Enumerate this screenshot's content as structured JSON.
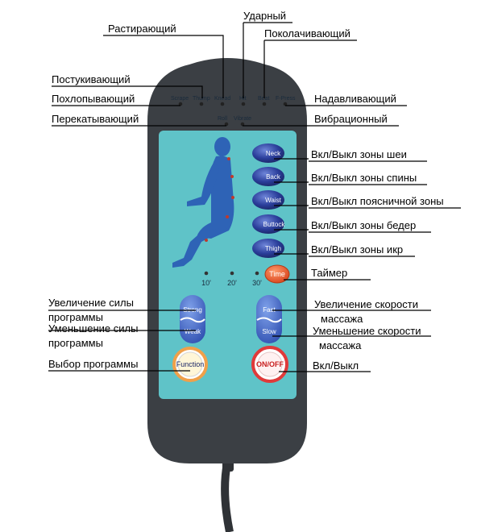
{
  "remote": {
    "mode_labels": {
      "scrape": "Scrape",
      "thump": "Thump",
      "knead": "Knead",
      "hit": "Hit",
      "beat": "Beat",
      "fpress": "F-Press",
      "roll": "Roll",
      "vibrate": "Vibrate"
    },
    "zone_buttons": {
      "neck": "Neck",
      "back": "Back",
      "waist": "Waist",
      "buttock": "Buttock",
      "thigh": "Thigh"
    },
    "timer": {
      "t10": "10'",
      "t20": "20'",
      "t30": "30'",
      "time_button": "Time"
    },
    "strength": {
      "up": "Strong",
      "down": "Weak"
    },
    "speed": {
      "up": "Fast",
      "down": "Slow"
    },
    "function_button": "Function",
    "power_button": "ON/OFF"
  },
  "annotations": {
    "rastirayushchiy": "Растирающий",
    "udarnyy": "Ударный",
    "pokolachivayushchiy": "Поколачивающий",
    "postukivayushchiy": "Постукивающий",
    "pokhlopyvayushchiy": "Похлопывающий",
    "nadavlivayushchiy": "Надавливающий",
    "perekatyvayushchiy": "Перекатывающий",
    "vibratsionnyy": "Вибрационный",
    "neck_zone": "Вкл/Выкл зоны шеи",
    "back_zone": "Вкл/Выкл зоны спины",
    "waist_zone": "Вкл/Выкл поясничной зоны",
    "buttock_zone": "Вкл/Выкл зоны бедер",
    "thigh_zone": "Вкл/Выкл зоны икр",
    "timer": "Таймер",
    "strength_up_1": "Увеличение силы",
    "strength_up_2": "программы",
    "strength_down_1": "Уменьшение силы",
    "strength_down_2": "программы",
    "program_select": "Выбор программы",
    "speed_up_1": "Увеличение скорости",
    "speed_up_2": "массажа",
    "speed_down_1": "Уменьшение скорости",
    "speed_down_2": "массажа",
    "power": "Вкл/Выкл"
  },
  "colors": {
    "body": "#3b3f44",
    "panel": "#5fc3c8",
    "zone_button": "#2a3d9a",
    "time_button": "#e8502a",
    "figure": "#2e63b6"
  }
}
